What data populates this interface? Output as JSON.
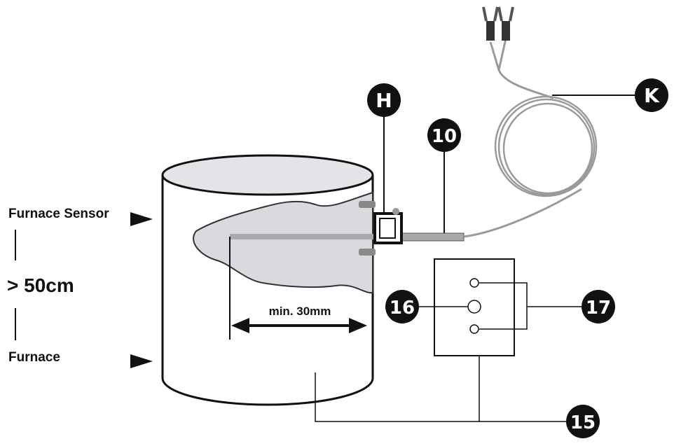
{
  "labels": {
    "furnace_sensor": "Furnace Sensor",
    "distance": "> 50cm",
    "furnace": "Furnace",
    "min_depth": "min. 30mm"
  },
  "callouts": {
    "h": "H",
    "k": "K",
    "ten": "10",
    "fifteen": "15",
    "sixteen": "16",
    "seventeen": "17"
  },
  "colors": {
    "line": "#111111",
    "badge": "#111111",
    "cutaway": "#d9d9df",
    "cylinder_top": "#e4e4e8",
    "probe": "#a9a9a9",
    "cable": "#9a9a9a"
  }
}
